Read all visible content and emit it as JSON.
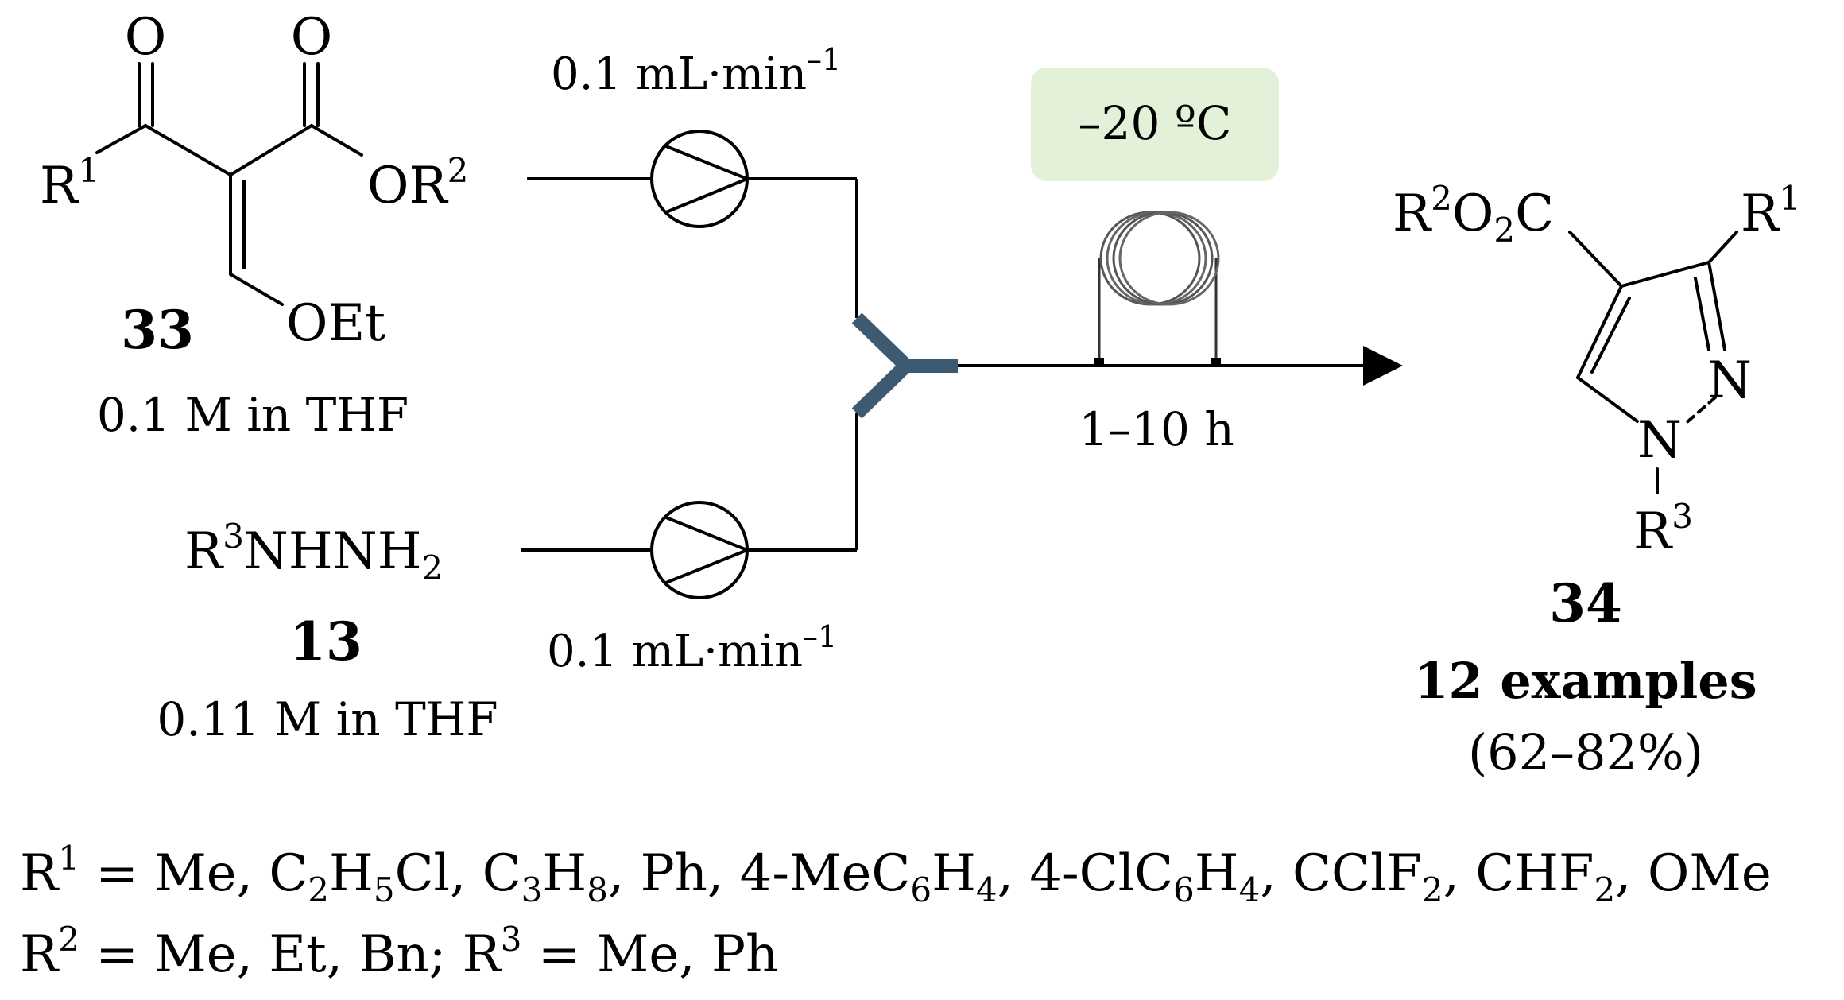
{
  "reagent33": {
    "atom_O1": "O",
    "atom_O2": "O",
    "r1": "R",
    "r1_sup": "1",
    "or2": "OR",
    "or2_sup": "2",
    "oet": "OEt",
    "label": "33",
    "conc": "0.1 M in THF"
  },
  "reagent13": {
    "formula_r": "R",
    "formula_sup": "3",
    "formula_main": "NHNH",
    "formula_sub": "2",
    "label": "13",
    "conc": "0.11 M in THF"
  },
  "flow": {
    "rate_top_main": "0.1 mL·min",
    "rate_top_sup": "–1",
    "rate_bottom_main": "0.1 mL·min",
    "rate_bottom_sup": "–1",
    "temperature": "–20 ºC",
    "time": "1–10 h"
  },
  "product34": {
    "ester_r": "R",
    "ester_sup": "2",
    "ester_o": "O",
    "ester_sub": "2",
    "ester_c": "C",
    "r1": "R",
    "r1_sup": "1",
    "n2": "N",
    "n1": "N",
    "r3": "R",
    "r3_sup": "3",
    "label": "34",
    "examples": "12 examples",
    "yield": "(62–82%)"
  },
  "substituents": {
    "line1_label": "R",
    "line1_sup": "1",
    "line1_parts": [
      " = Me, C",
      "2",
      "H",
      "5",
      "Cl, C",
      "3",
      "H",
      "8",
      ", Ph, 4-MeC",
      "6",
      "H",
      "4",
      ", 4-ClC",
      "6",
      "H",
      "4",
      ", CClF",
      "2",
      ", CHF",
      "2",
      ", OMe"
    ],
    "line2_r2": "R",
    "line2_r2_sup": "2",
    "line2_text1": " = Me, Et, Bn; R",
    "line2_r3_sup": "3",
    "line2_text2": " = Me, Ph"
  },
  "colors": {
    "temperature_box": "#e3f1d9",
    "mixer": "#3d5a73",
    "ink": "#000000"
  }
}
